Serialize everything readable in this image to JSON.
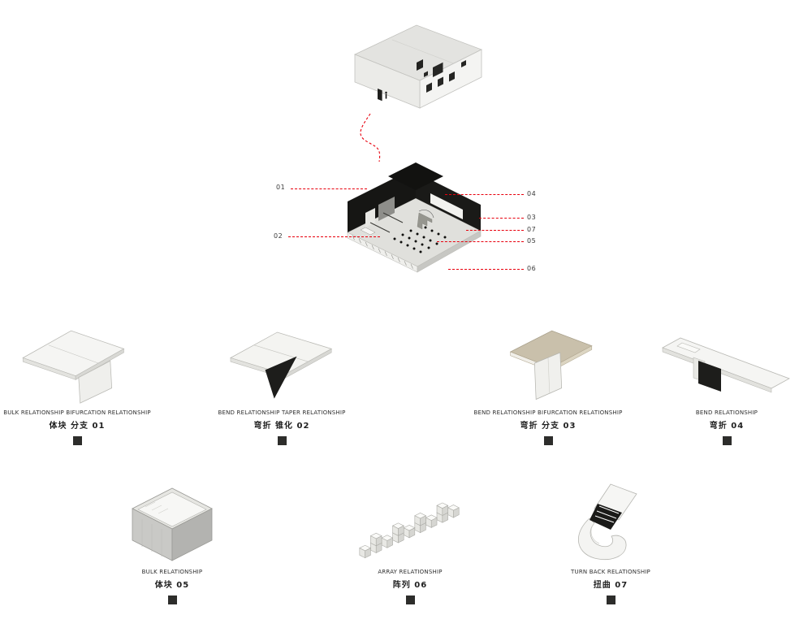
{
  "meta": {
    "accent_red": "#e8000d",
    "ink_black": "#1a1a18",
    "light_gray": "#e3e3e0",
    "tan": "#c9c0ab"
  },
  "exploded_view": {
    "callouts_left": [
      {
        "label": "01"
      },
      {
        "label": "02"
      }
    ],
    "callouts_right": [
      {
        "label": "04"
      },
      {
        "label": "03"
      },
      {
        "label": "07"
      },
      {
        "label": "05"
      },
      {
        "label": "06"
      }
    ]
  },
  "legend": [
    {
      "en": "BULK RELATIONSHIP  BIFURCATION RELATIONSHIP",
      "cn": "体块 分支 01"
    },
    {
      "en": "BEND RELATIONSHIP  TAPER RELATIONSHIP",
      "cn": "弯折 锥化 02"
    },
    {
      "en": "BEND RELATIONSHIP  BIFURCATION RELATIONSHIP",
      "cn": "弯折 分支 03"
    },
    {
      "en": "BEND RELATIONSHIP",
      "cn": "弯折 04"
    },
    {
      "en": "BULK RELATIONSHIP",
      "cn": "体块 05"
    },
    {
      "en": "ARRAY RELATIONSHIP",
      "cn": "阵列 06"
    },
    {
      "en": "TURN BACK RELATIONSHIP",
      "cn": "扭曲 07"
    }
  ]
}
